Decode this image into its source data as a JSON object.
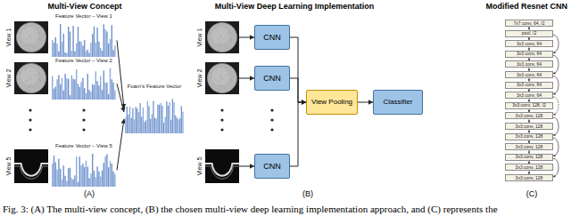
{
  "diagram": {
    "caption": "Fig. 3: (A) The multi-view concept, (B) the chosen multi-view deep learning implementation approach, and (C) represents the",
    "nodes": [
      {
        "text": [
          "View 1"
        ]
      },
      {
        "text": [
          "View 2"
        ]
      },
      {
        "text": [
          "View 5"
        ]
      },
      {
        "text": [
          "Feature Vector – View 1"
        ]
      },
      {
        "text": [
          "Feature Vector – View 2"
        ]
      },
      {
        "text": [
          "Feature Vector – View 5"
        ]
      },
      {
        "text": [
          "Foam's Feature Vector"
        ]
      },
      {
        "text": [
          "View 1"
        ]
      },
      {
        "text": [
          "View 2"
        ]
      },
      {
        "text": [
          "View 5"
        ]
      },
      {
        "text": [
          "CNN"
        ]
      },
      {
        "text": [
          "CNN"
        ]
      },
      {
        "text": [
          "CNN"
        ]
      },
      {
        "text": [
          "View Pooling"
        ]
      },
      {
        "text": [
          "Classifier"
        ]
      },
      {
        "text": [
          "7x7 conv, 64, /2"
        ]
      },
      {
        "text": [
          "pool, /2"
        ]
      },
      {
        "text": [
          "3x3 conv, 64"
        ]
      },
      {
        "text": [
          "3x3 conv, 64"
        ]
      },
      {
        "text": [
          "3x3 conv, 64"
        ]
      },
      {
        "text": [
          "3x3 conv, 64"
        ]
      },
      {
        "text": [
          "3x3 conv, 64"
        ]
      },
      {
        "text": [
          "3x3 conv, 64"
        ]
      },
      {
        "text": [
          "3x3 conv, 128, /2"
        ]
      },
      {
        "text": [
          "3x3 conv, 128"
        ]
      },
      {
        "text": [
          "3x3 conv, 128"
        ]
      },
      {
        "text": [
          "3x3 conv, 128"
        ]
      },
      {
        "text": [
          "3x3 conv, 128"
        ]
      },
      {
        "text": [
          "3x3 conv, 128"
        ]
      },
      {
        "text": [
          "3x3 conv, 128"
        ]
      },
      {
        "text": [
          "3x3 conv, 128"
        ]
      }
    ],
    "edges": [
      {
        "from": 3,
        "to": 6,
        "arrow": "to"
      },
      {
        "from": 4,
        "to": 6,
        "arrow": "to"
      },
      {
        "from": 5,
        "to": 6,
        "arrow": "to"
      },
      {
        "from": 7,
        "to": 10,
        "arrow": "to"
      },
      {
        "from": 8,
        "to": 11,
        "arrow": "to"
      },
      {
        "from": 9,
        "to": 12,
        "arrow": "to"
      },
      {
        "from": 10,
        "to": 13,
        "arrow": "to"
      },
      {
        "from": 11,
        "to": 13,
        "arrow": "to"
      },
      {
        "from": 12,
        "to": 13,
        "arrow": "to"
      },
      {
        "from": 13,
        "to": 14,
        "arrow": "to"
      },
      {
        "from": 15,
        "to": 16,
        "arrow": "to"
      },
      {
        "from": 16,
        "to": 17,
        "arrow": "to"
      },
      {
        "from": 17,
        "to": 18,
        "arrow": "to"
      },
      {
        "from": 18,
        "to": 19,
        "arrow": "to"
      },
      {
        "from": 19,
        "to": 20,
        "arrow": "to"
      },
      {
        "from": 20,
        "to": 21,
        "arrow": "to"
      },
      {
        "from": 21,
        "to": 22,
        "arrow": "to"
      },
      {
        "from": 22,
        "to": 23,
        "arrow": "to"
      },
      {
        "from": 23,
        "to": 24,
        "arrow": "to"
      },
      {
        "from": 24,
        "to": 25,
        "arrow": "to"
      },
      {
        "from": 25,
        "to": 26,
        "arrow": "to"
      },
      {
        "from": 26,
        "to": 27,
        "arrow": "to"
      },
      {
        "from": 27,
        "to": 28,
        "arrow": "to"
      },
      {
        "from": 28,
        "to": 29,
        "arrow": "to"
      },
      {
        "from": 29,
        "to": 30,
        "arrow": "to"
      },
      {
        "from": 16,
        "to": 18,
        "arrow": "to"
      },
      {
        "from": 18,
        "to": 20,
        "arrow": "to"
      },
      {
        "from": 20,
        "to": 22,
        "arrow": "to"
      },
      {
        "from": 22,
        "to": 24,
        "arrow": "to"
      },
      {
        "from": 24,
        "to": 26,
        "arrow": "to"
      },
      {
        "from": 26,
        "to": 28,
        "arrow": "to"
      },
      {
        "from": 28,
        "to": 30,
        "arrow": "to"
      }
    ],
    "labels": [
      "Multi-View Concept",
      "Multi-View Deep Learning Implementation",
      "Modified Resnet CNN",
      "(A)",
      "(B)",
      "(C)"
    ]
  }
}
